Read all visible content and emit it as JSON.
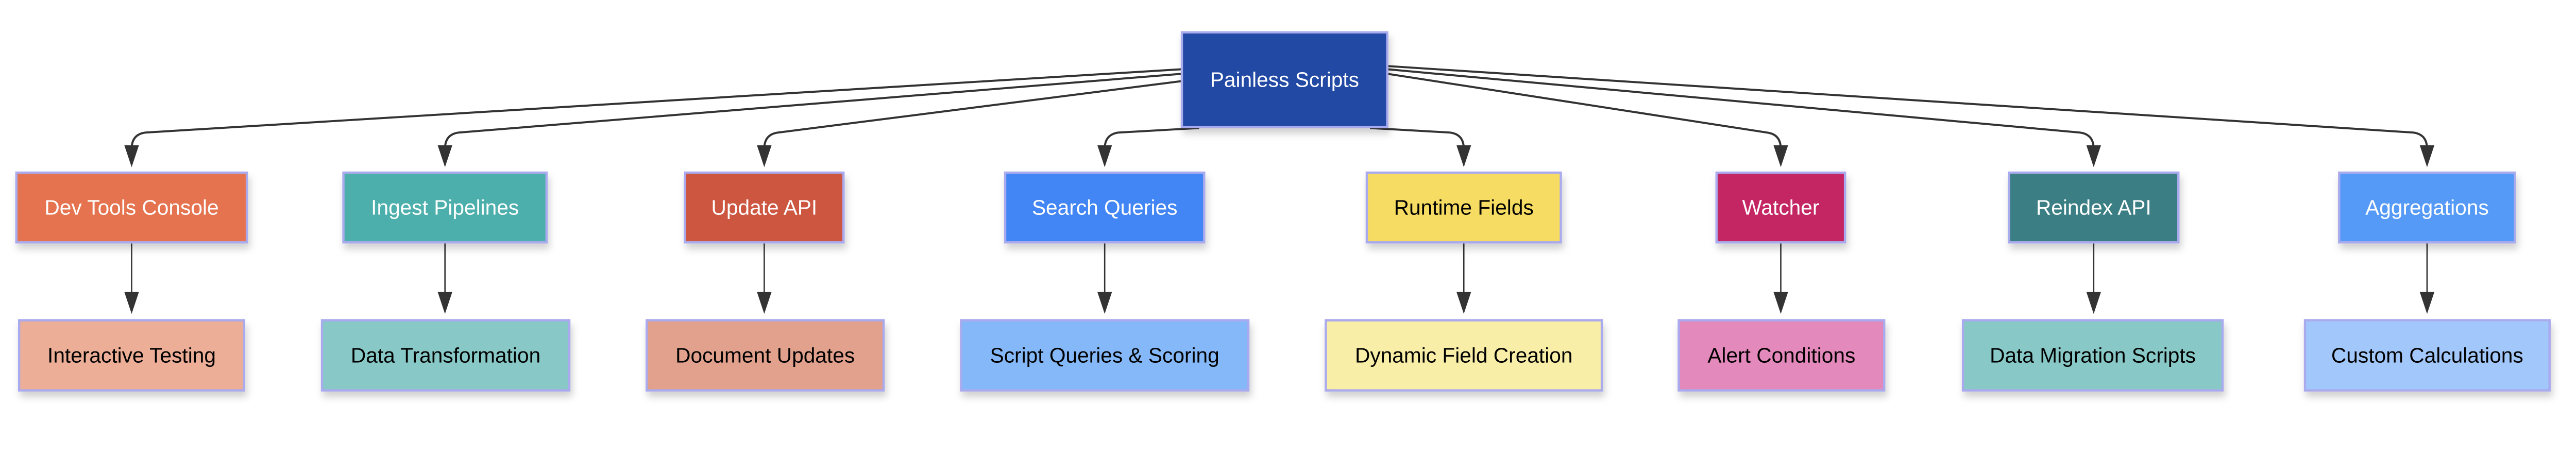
{
  "root": {
    "label": "Painless Scripts",
    "fill": "#2349a3",
    "text_color": "#ffffff"
  },
  "border_color": "#aaaaee",
  "edge_color": "#333333",
  "branches": [
    {
      "label": "Dev Tools Console",
      "fill": "#e5734f",
      "text_color": "#ffffff",
      "child": {
        "label": "Interactive Testing",
        "fill": "#edae97",
        "text_color": "#000000"
      }
    },
    {
      "label": "Ingest Pipelines",
      "fill": "#4eafac",
      "text_color": "#ffffff",
      "child": {
        "label": "Data Transformation",
        "fill": "#88c9c7",
        "text_color": "#000000"
      }
    },
    {
      "label": "Update API",
      "fill": "#cd5741",
      "text_color": "#ffffff",
      "child": {
        "label": "Document Updates",
        "fill": "#e2a18c",
        "text_color": "#000000"
      }
    },
    {
      "label": "Search Queries",
      "fill": "#4285f4",
      "text_color": "#ffffff",
      "child": {
        "label": "Script Queries & Scoring",
        "fill": "#85b8f8",
        "text_color": "#000000"
      }
    },
    {
      "label": "Runtime Fields",
      "fill": "#f6dc62",
      "text_color": "#000000",
      "child": {
        "label": "Dynamic Field Creation",
        "fill": "#f9eea7",
        "text_color": "#000000"
      }
    },
    {
      "label": "Watcher",
      "fill": "#c32863",
      "text_color": "#ffffff",
      "child": {
        "label": "Alert Conditions",
        "fill": "#e389bb",
        "text_color": "#000000"
      }
    },
    {
      "label": "Reindex API",
      "fill": "#3a7e84",
      "text_color": "#ffffff",
      "child": {
        "label": "Data Migration Scripts",
        "fill": "#88c9c7",
        "text_color": "#000000"
      }
    },
    {
      "label": "Aggregations",
      "fill": "#549af7",
      "text_color": "#ffffff",
      "child": {
        "label": "Custom Calculations",
        "fill": "#a2c8fb",
        "text_color": "#000000"
      }
    }
  ]
}
